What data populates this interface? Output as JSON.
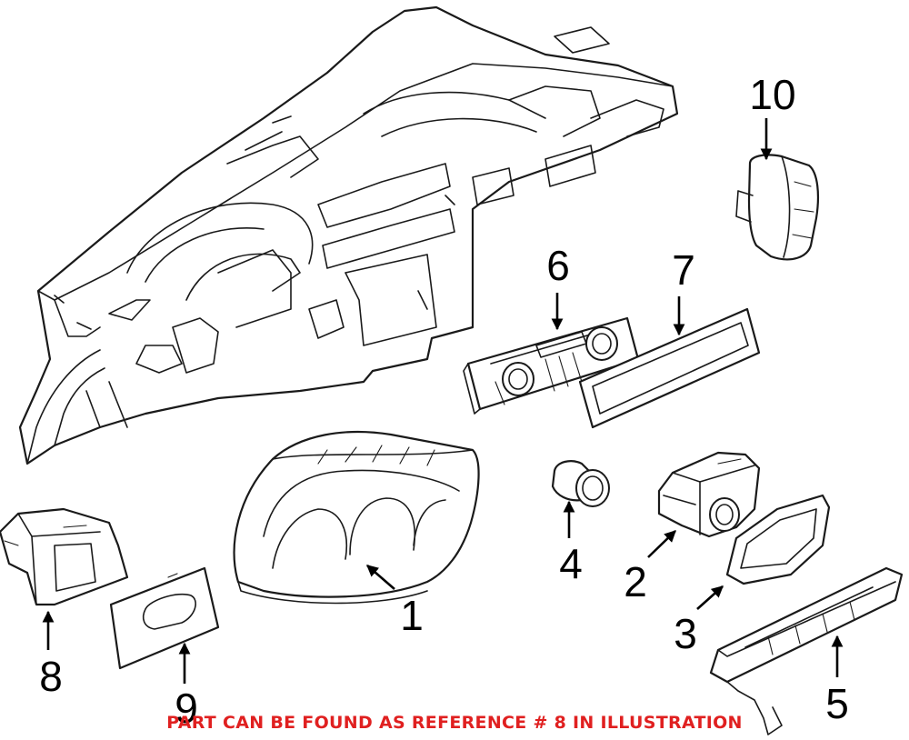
{
  "callouts": {
    "c1": "1",
    "c2": "2",
    "c3": "3",
    "c4": "4",
    "c5": "5",
    "c6": "6",
    "c7": "7",
    "c8": "8",
    "c9": "9",
    "c10": "10"
  },
  "notice": {
    "text": "PART CAN BE FOUND AS REFERENCE # 8 IN ILLUSTRATION",
    "color": "#e02020"
  },
  "colors": {
    "line": "#1a1a1a",
    "background": "#ffffff"
  }
}
